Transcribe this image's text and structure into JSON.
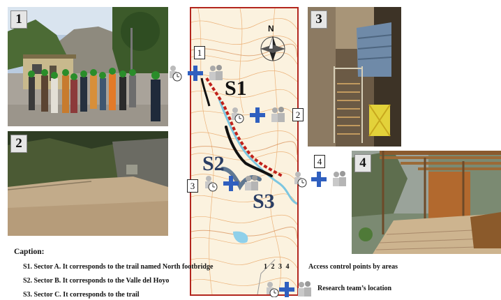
{
  "photos": {
    "p1": {
      "number": "1"
    },
    "p2": {
      "number": "2"
    },
    "p3": {
      "number": "3"
    },
    "p4": {
      "number": "4"
    }
  },
  "map": {
    "north_label": "N",
    "sectors": {
      "s1": "S1",
      "s2": "S2",
      "s3": "S3"
    },
    "callouts": {
      "c1": "1",
      "c2": "2",
      "c3": "3",
      "c4": "4"
    }
  },
  "caption": {
    "title": "Caption:",
    "s1": "S1. Sector A. It corresponds to the trail named North footbridge",
    "s2": "S2. Sector B. It corresponds to the Valle del Hoyo",
    "s3": "S3. Sector C. It corresponds to the trail",
    "access_numbers": "1  2  3  4",
    "access_text": "Access control points by areas",
    "team_text": "Research team’s location"
  },
  "colors": {
    "map_border": "#b3261e",
    "route_red": "#c0221b",
    "route_black": "#111111",
    "cross_blue": "#2f5fbf",
    "sector_navy": "#2a3d63"
  }
}
